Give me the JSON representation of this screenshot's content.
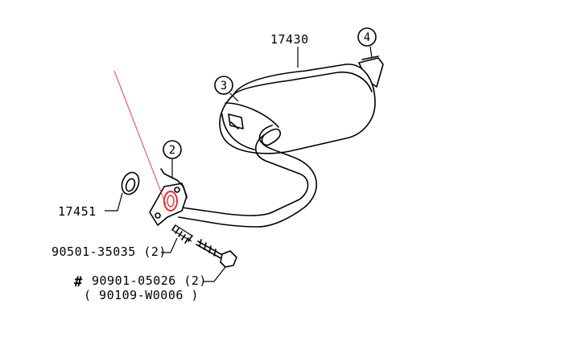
{
  "diagram": {
    "callouts": {
      "c2": "2",
      "c3": "3",
      "c4": "4"
    },
    "part_labels": {
      "muffler": "17430",
      "gasket": "17451",
      "spring": "90501-35035 (2)",
      "bolt_mark": "#",
      "bolt": "90901-05026 (2)",
      "bolt_alt": "( 90109-W0006 )"
    },
    "colors": {
      "line": "#000000",
      "highlight": "#e0303a",
      "pointer": "#e04040"
    }
  }
}
